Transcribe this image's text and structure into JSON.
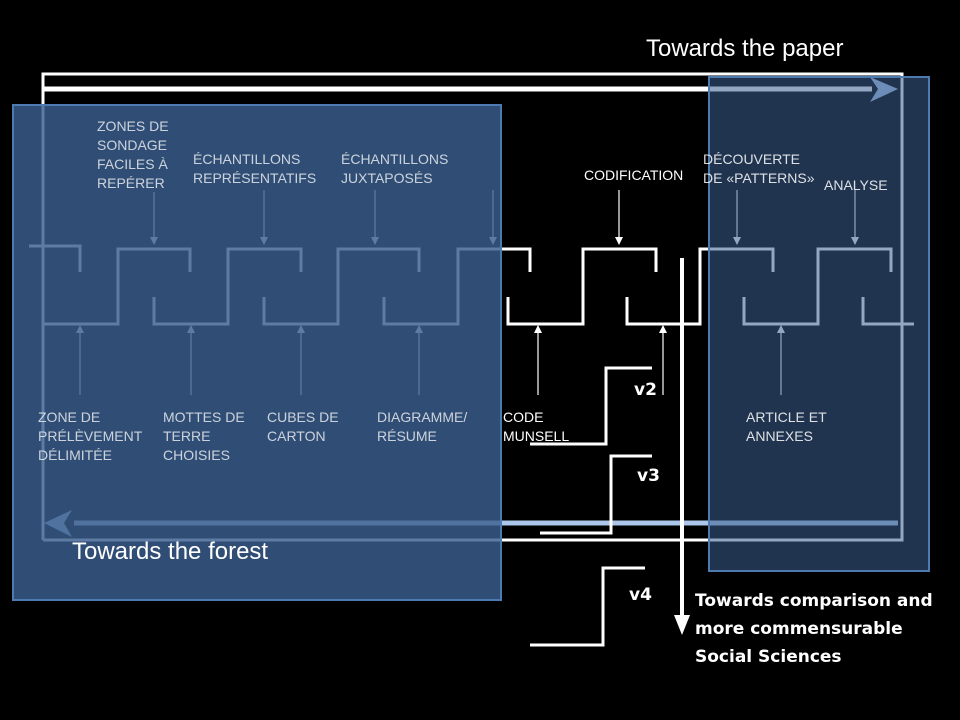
{
  "headings": {
    "towards_paper": "Towards the paper",
    "towards_forest": "Towards the forest",
    "towards_comparison": "Towards comparison and\nmore commensurable\nSocial Sciences"
  },
  "top_labels": {
    "zones_sondage": "ZONES DE\nSONDAGE\nFACILES À\nREPÉRER",
    "echantillons_representatifs": "ÉCHANTILLONS\nREPRÉSENTATIFS",
    "echantillons_juxtaposes": "ÉCHANTILLONS\nJUXTAPOSÉS",
    "codification": "CODIFICATION",
    "decouverte_patterns": "DÉCOUVERTE\nDE «PATTERNS»",
    "analyse": "ANALYSE"
  },
  "bottom_labels": {
    "zone_prelevement": "ZONE DE\nPRÉLÈVEMENT\nDÉLIMITÉE",
    "mottes_terre": "MOTTES DE\nTERRE\nCHOISIES",
    "cubes_carton": "CUBES DE\nCARTON",
    "diagramme_resume": "DIAGRAMME/\nRÉSUME",
    "code_munsell": "CODE\nMUNSELL",
    "article_annexes": "ARTICLE ET\nANNEXES"
  },
  "versions": {
    "v2": "v2",
    "v3": "v3",
    "v4": "v4"
  },
  "colors": {
    "background": "#000000",
    "line": "#ffffff",
    "overlay_fill": "#3a5f8f",
    "overlay_border": "#4d7ab0",
    "arrow_light": "#aac6ea"
  }
}
